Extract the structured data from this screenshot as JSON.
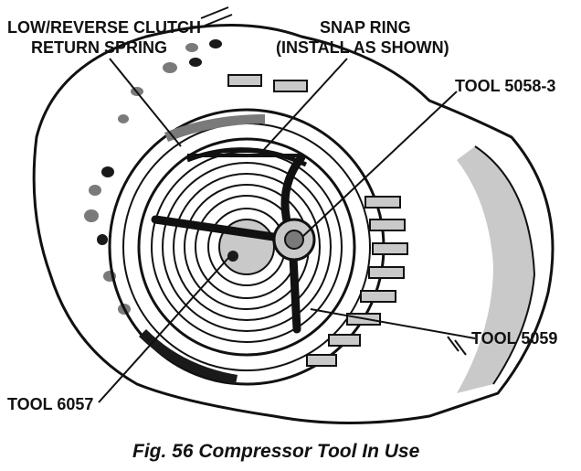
{
  "labels": {
    "low_reverse_line1": "LOW/REVERSE CLUTCH",
    "low_reverse_line2": "RETURN SPRING",
    "snap_ring_line1": "SNAP RING",
    "snap_ring_line2": "(INSTALL AS SHOWN)",
    "tool_5058_3": "TOOL 5058-3",
    "tool_5059": "TOOL 5059",
    "tool_6057": "TOOL 6057"
  },
  "caption": "Fig. 56 Compressor Tool In Use"
}
